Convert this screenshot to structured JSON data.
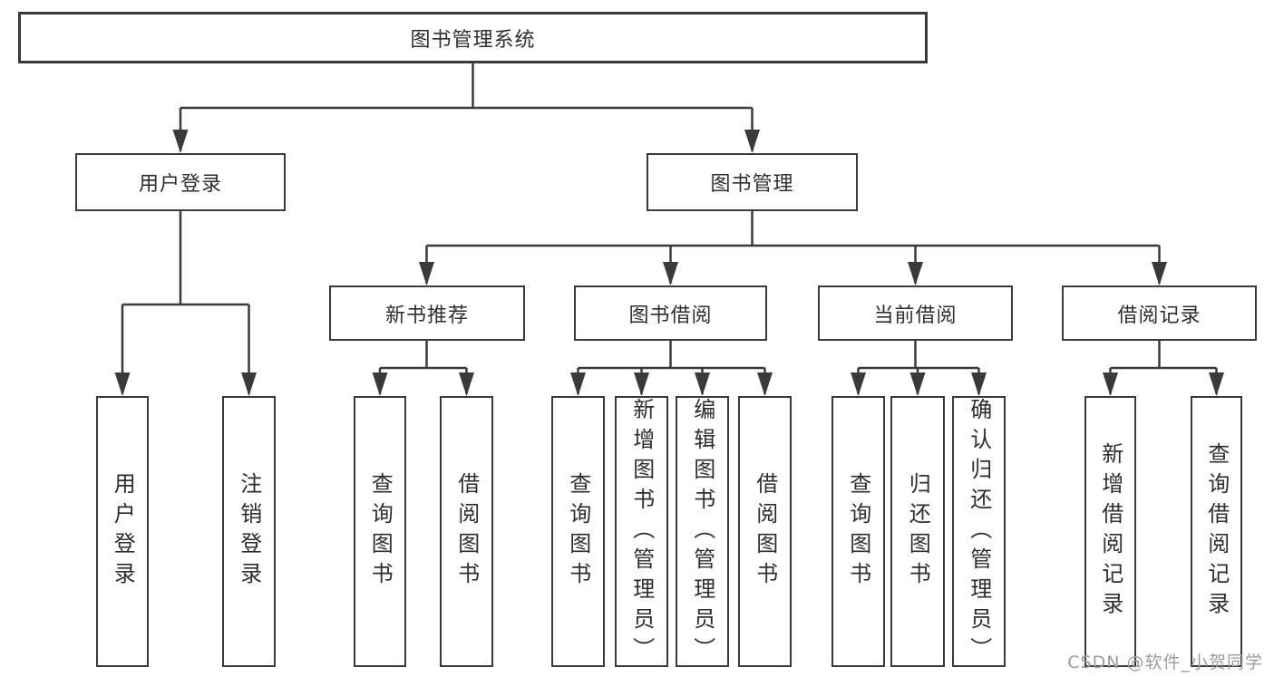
{
  "diagram": {
    "root": {
      "label": "图书管理系统",
      "children": [
        {
          "label": "用户登录",
          "children": [
            {
              "label": "用户登录"
            },
            {
              "label": "注销登录"
            }
          ]
        },
        {
          "label": "图书管理",
          "children": [
            {
              "label": "新书推荐",
              "children": [
                {
                  "label": "查询图书"
                },
                {
                  "label": "借阅图书"
                }
              ]
            },
            {
              "label": "图书借阅",
              "children": [
                {
                  "label": "查询图书"
                },
                {
                  "label": "新增图书（管理员）"
                },
                {
                  "label": "编辑图书（管理员）"
                },
                {
                  "label": "借阅图书"
                }
              ]
            },
            {
              "label": "当前借阅",
              "children": [
                {
                  "label": "查询图书"
                },
                {
                  "label": "归还图书"
                },
                {
                  "label": "确认归还（管理员）"
                }
              ]
            },
            {
              "label": "借阅记录",
              "children": [
                {
                  "label": "新增借阅记录"
                },
                {
                  "label": "查询借阅记录"
                }
              ]
            }
          ]
        }
      ]
    }
  },
  "watermark": {
    "text": "CSDN @软件_小贺同学"
  },
  "colors": {
    "line": "#3a3a3a",
    "text": "#2e2e2e",
    "watermark": "#9c9c9c",
    "background": "#ffffff"
  }
}
